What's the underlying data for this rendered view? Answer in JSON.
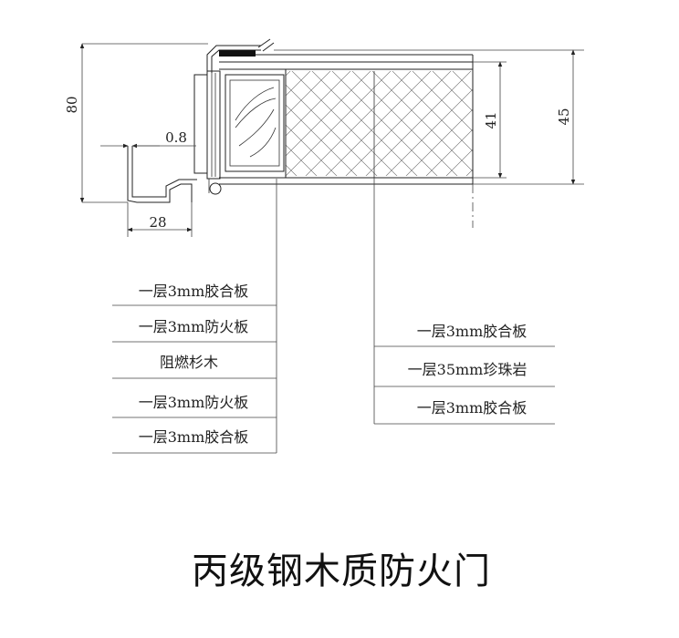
{
  "dimensions": {
    "frame_height": "80",
    "sheet_thickness": "0.8",
    "frame_width": "28",
    "core_thickness": "41",
    "door_thickness": "45"
  },
  "frame_layers": [
    "一层3mm胶合板",
    "一层3mm防火板",
    "阻燃杉木",
    "一层3mm防火板",
    "一层3mm胶合板"
  ],
  "panel_layers": [
    "一层3mm胶合板",
    "一层35mm珍珠岩",
    "一层3mm胶合板"
  ],
  "title": "丙级钢木质防火门"
}
